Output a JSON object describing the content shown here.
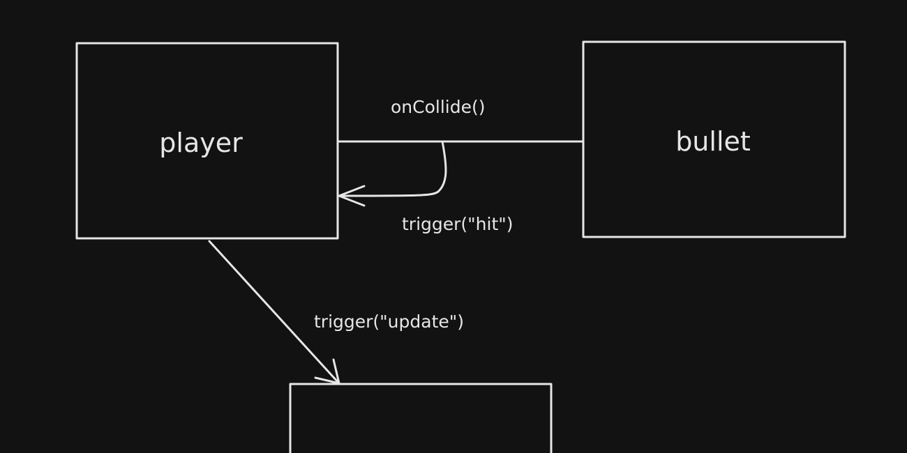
{
  "diagram": {
    "background": "#121212",
    "stroke_color": "#e6e6e6",
    "nodes": {
      "player": {
        "label": "player"
      },
      "bullet": {
        "label": "bullet"
      },
      "target": {
        "label": ""
      }
    },
    "edges": {
      "collide": {
        "from": "player",
        "to": "bullet",
        "label": "onCollide()"
      },
      "hit": {
        "from": "bullet",
        "to": "player",
        "label": "trigger(\"hit\")"
      },
      "update": {
        "from": "player",
        "to": "target",
        "label": "trigger(\"update\")"
      }
    }
  }
}
